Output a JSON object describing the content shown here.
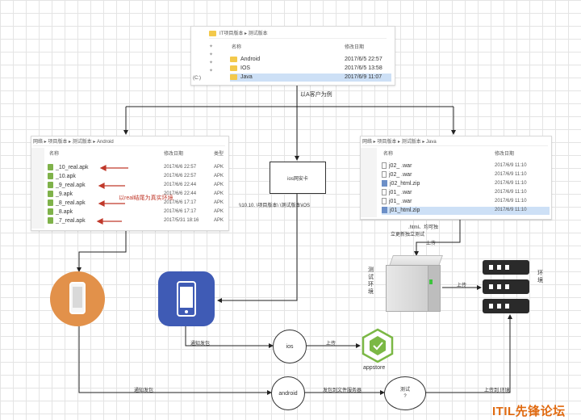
{
  "top_window": {
    "path": "IT项目版本 ▸ 测试版本",
    "col_name": "名称",
    "col_date": "修改日期",
    "drive": "(C:)",
    "rows": [
      {
        "name": "Android",
        "date": "2017/6/5 22:57"
      },
      {
        "name": "IOS",
        "date": "2017/6/5 13:58"
      },
      {
        "name": "Java",
        "date": "2017/6/9 11:07"
      }
    ]
  },
  "top_caption": "以A客户为例",
  "android_window": {
    "path": "网络 ▸ 项目版本 ▸ 测试版本 ▸ Android",
    "col_name": "名称",
    "col_date": "修改日期",
    "col_type": "类型",
    "rows": [
      {
        "name": "_10_real.apk",
        "date": "2017/6/6 22:57",
        "type": "APK",
        "mark": true
      },
      {
        "name": "_10.apk",
        "date": "2017/6/6 22:57",
        "type": "APK",
        "mark": false
      },
      {
        "name": "_9_real.apk",
        "date": "2017/6/6 22:44",
        "type": "APK",
        "mark": true
      },
      {
        "name": "_9.apk",
        "date": "2017/6/6 22:44",
        "type": "APK",
        "mark": false
      },
      {
        "name": "_8_real.apk",
        "date": "2017/6/6 17:17",
        "type": "APK",
        "mark": true
      },
      {
        "name": "_8.apk",
        "date": "2017/6/6 17:17",
        "type": "APK",
        "mark": false
      },
      {
        "name": "_7_real.apk",
        "date": "2017/5/31 18:16",
        "type": "APK",
        "mark": true
      }
    ],
    "annotation": "以real结尾为真实环境"
  },
  "ios_box": {
    "label": "ios网安卡"
  },
  "ios_path": "\\\\10.10.  \\项目版本\\  \\测试版本\\iOS",
  "java_window": {
    "path": "网络 ▸ 项目版本 ▸ 测试版本 ▸ Java",
    "col_name": "名称",
    "col_date": "修改日期",
    "rows": [
      {
        "name": "j02_    .war",
        "date": "2017/6/9 11:10",
        "kind": "file"
      },
      {
        "name": "j02_    .war",
        "date": "2017/6/9 11:10",
        "kind": "file"
      },
      {
        "name": "j02_html.zip",
        "date": "2017/6/9 11:10",
        "kind": "zip"
      },
      {
        "name": "j01_    .war",
        "date": "2017/6/9 11:10",
        "kind": "file"
      },
      {
        "name": "j01_    .war",
        "date": "2017/6/9 11:10",
        "kind": "file"
      },
      {
        "name": "j01_html.zip",
        "date": "2017/6/9 11:10",
        "kind": "zip"
      }
    ]
  },
  "java_note_line1": ".html、均可独",
  "java_note_line2": "立更新独立测试",
  "upload_label_1": "上传",
  "test_env_label": "测\n试\n环\n境",
  "upload_label_2": "上传",
  "prod_env_label": "环\n境",
  "notify_release_1": "通知发包",
  "ios_circle": "ios",
  "upload_label_3": "上传",
  "appstore_label": "appstore",
  "notify_release_2": "通知发包",
  "android_circle": "android",
  "release_to_server": "发包到文件服务器",
  "test_circle": "测试\n?",
  "upload_to_env": "上传到    环境",
  "watermark": "ITIL先锋论坛",
  "colors": {
    "android_bg": "#e2914a",
    "ios_bg": "#3f5bb5",
    "red": "#c0392b",
    "watermark": "#e06a10",
    "server_dark": "#2a2a2a",
    "appstore_green": "#7bb845"
  }
}
